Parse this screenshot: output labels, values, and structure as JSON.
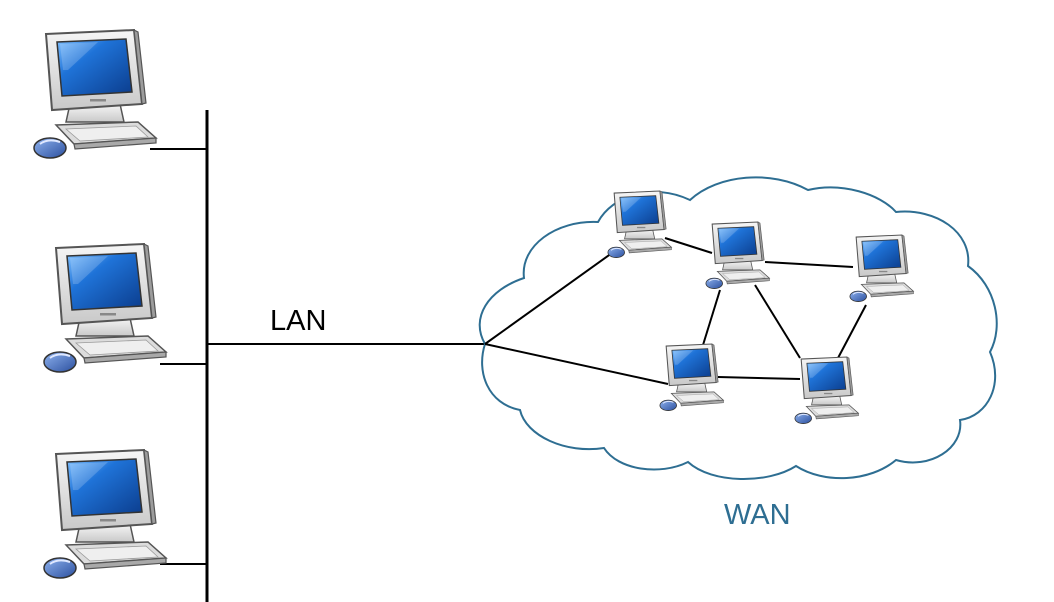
{
  "labels": {
    "lan": "LAN",
    "wan": "WAN"
  },
  "colors": {
    "background": "#ffffff",
    "line": "#000000",
    "cloud_stroke": "#2e6e92",
    "cloud_fill": "#ffffff",
    "wan_text": "#2e6e92",
    "lan_text": "#000000",
    "monitor_frame": "#e6e6e6",
    "screen_blue": "#1f73d8",
    "mouse_blue": "#3b62b4"
  },
  "icons": {
    "computer": "desktop-computer-icon"
  },
  "lan_computers": [
    {
      "name": "lan-computer-1"
    },
    {
      "name": "lan-computer-2"
    },
    {
      "name": "lan-computer-3"
    }
  ],
  "wan_computers": [
    {
      "name": "wan-computer-a"
    },
    {
      "name": "wan-computer-b"
    },
    {
      "name": "wan-computer-c"
    },
    {
      "name": "wan-computer-d"
    },
    {
      "name": "wan-computer-e"
    }
  ]
}
